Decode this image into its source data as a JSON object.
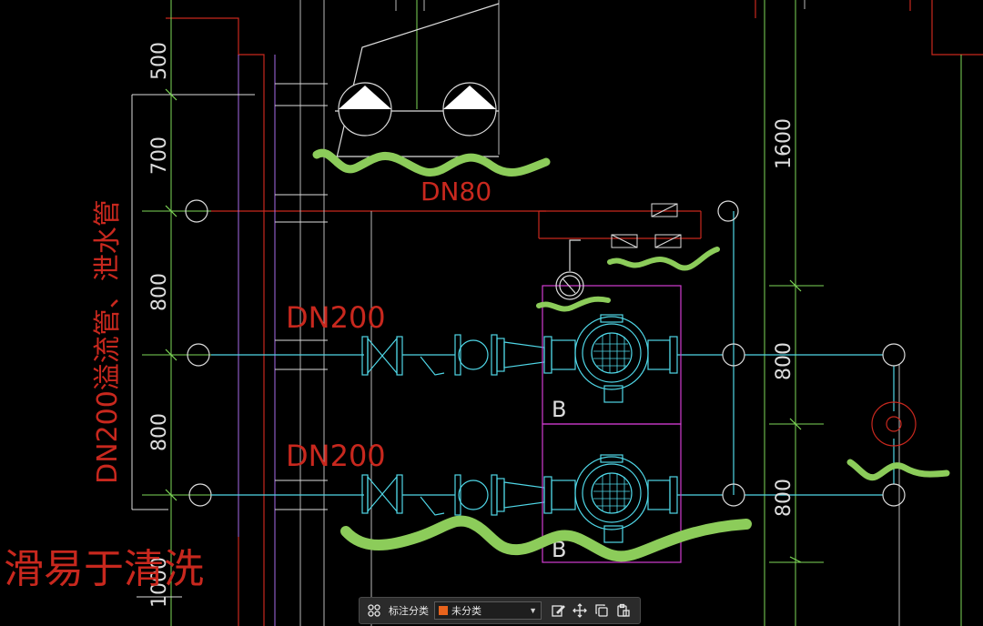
{
  "drawing": {
    "labels": {
      "dn80": "DN80",
      "dn200_upper": "DN200",
      "dn200_lower": "DN200",
      "vertical_note": "DN200溢流管、泄水管",
      "bottom_note": "滑易于清洗",
      "pump_tag_1": "B",
      "pump_tag_2": "B"
    },
    "dimensions": {
      "left_500": "500",
      "left_700": "700",
      "left_800_a": "800",
      "left_800_b": "800",
      "left_1000": "1000",
      "right_1600": "1600",
      "right_800_a": "800",
      "right_800_b": "800"
    },
    "colors": {
      "red": "#c8281e",
      "green": "#7ed957",
      "cyan": "#4fd6e6",
      "magenta": "#d23cd2",
      "white": "#dcdcdc",
      "highlighter": "#8ccc5a"
    }
  },
  "toolbar": {
    "category_label": "标注分类",
    "category_value": "未分类",
    "category_color": "#e8631c",
    "icons": [
      "grid-icon",
      "edit-icon",
      "move-icon",
      "copy-icon",
      "paste-icon"
    ]
  }
}
